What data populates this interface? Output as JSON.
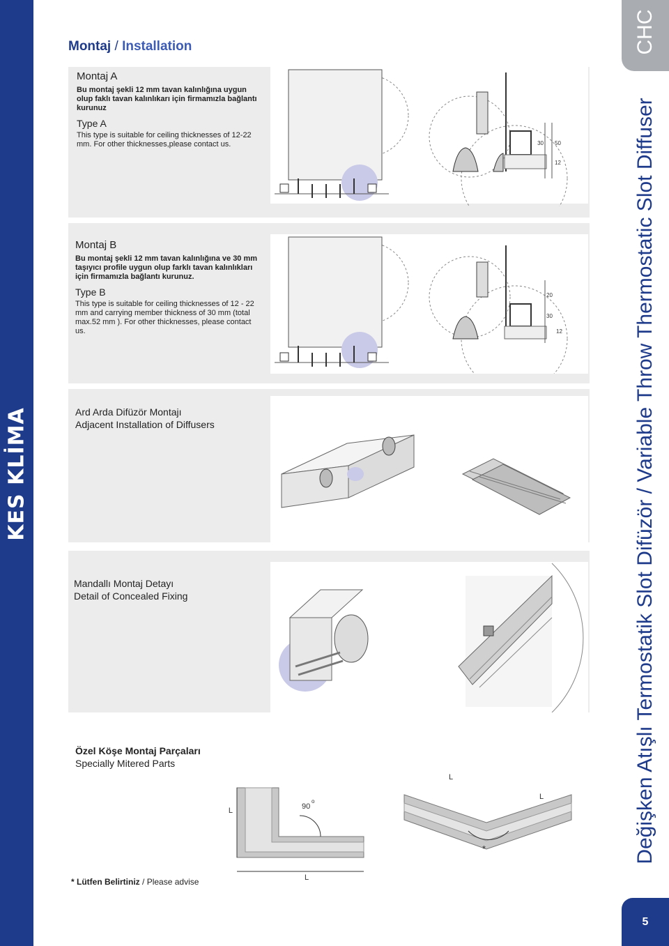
{
  "brand": {
    "name": "KES KLİMA"
  },
  "side": {
    "tag": "CHC",
    "title": "Değişken Atışlı Termostatik Slot Difüzör / Variable Throw Thermostatic Slot Diffuser",
    "page_number": "5"
  },
  "header": {
    "tr": "Montaj",
    "separator": " / ",
    "en": "Installation"
  },
  "sections": {
    "a": {
      "title": "Montaj A",
      "tr_text": "Bu montaj şekli 12 mm tavan kalınlığına uygun olup faklı tavan kalınlıkarı için firmamızla bağlantı kurunuz",
      "type_label": "Type A",
      "en_text": "This type is suitable for ceiling thicknesses of 12-22 mm. For other thicknesses,please contact us."
    },
    "b": {
      "title": "Montaj B",
      "tr_text": "Bu montaj şekli 12 mm tavan kalınlığına  ve 30 mm taşıyıcı profile uygun olup farklı tavan kalınlıkları için  firmamızla bağlantı kurunuz.",
      "type_label": "Type B",
      "en_text": "This type is suitable for ceiling thicknesses of 12 - 22 mm and carrying member thickness of 30 mm (total max.52 mm ). For other thicknesses, please contact us."
    },
    "adjacent": {
      "tr": "Ard Arda Difüzör Montajı",
      "en": "Adjacent Installation of Diffusers"
    },
    "concealed": {
      "tr": "Mandallı Montaj Detayı",
      "en": "Detail of Concealed Fixing"
    },
    "mitered": {
      "tr": "Özel Köşe Montaj Parçaları",
      "en": "Specially Mitered Parts"
    }
  },
  "dimensions": {
    "a": [
      "30",
      "50",
      "12"
    ],
    "b": [
      "20",
      "30",
      "12"
    ],
    "mitered": {
      "length": "L",
      "angle": "90",
      "degree": "o",
      "star": "*"
    }
  },
  "footnote": {
    "star": "* ",
    "tr": "Lütfen Belirtiniz",
    "sep": " / ",
    "en": "Please advise"
  },
  "colors": {
    "brand_blue": "#1e3a8a",
    "panel_gray": "#ececec",
    "tab_gray": "#a9adb2",
    "highlight_circle": "#c9c9e8"
  }
}
